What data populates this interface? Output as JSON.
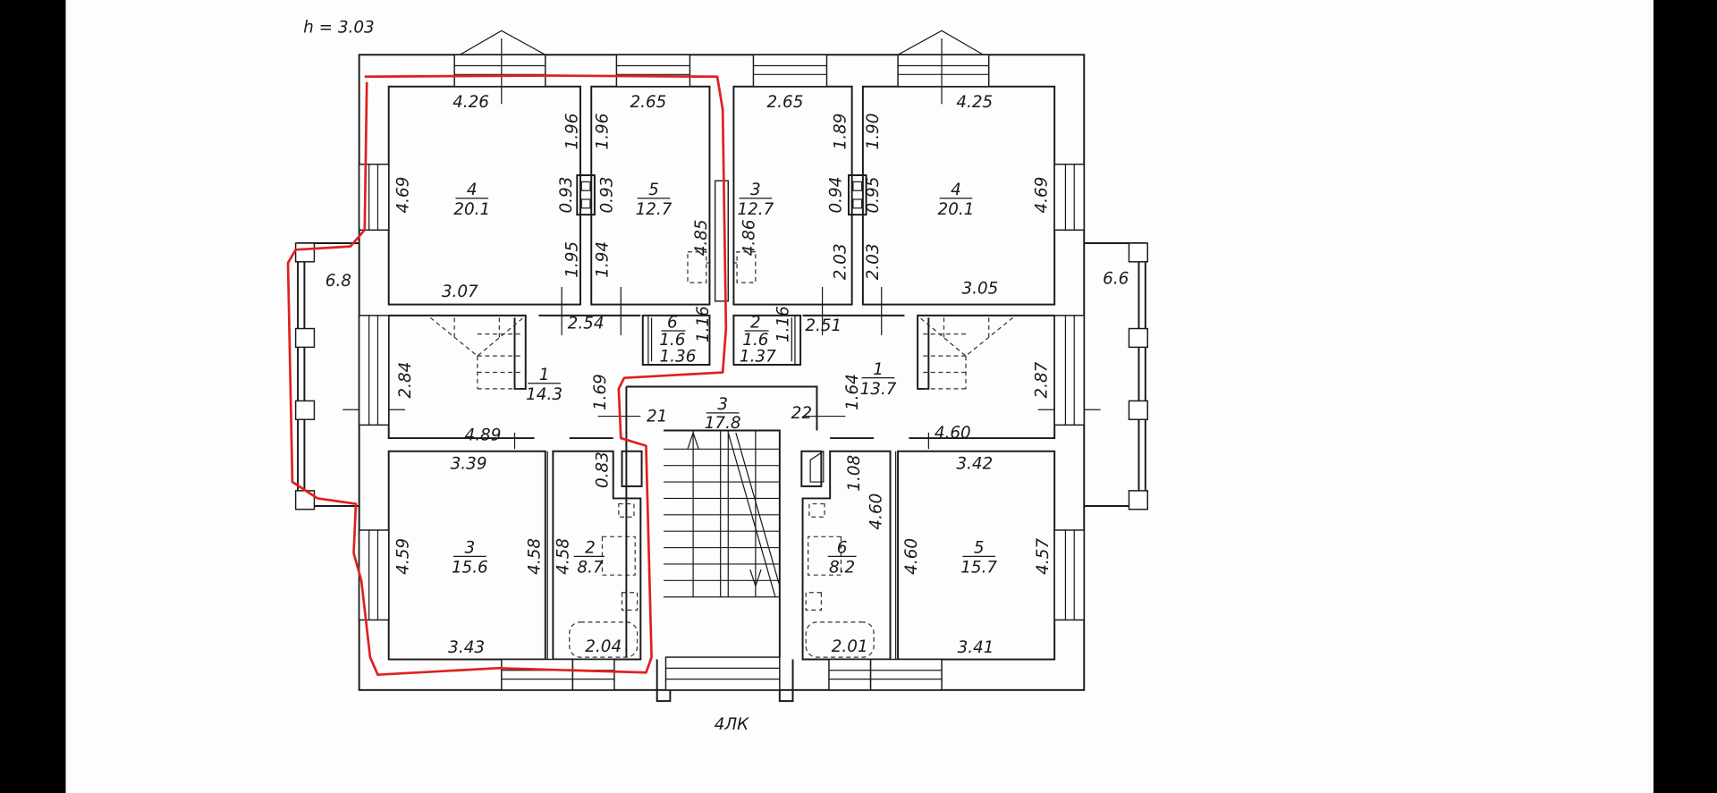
{
  "drawing": {
    "height_label": "h = 3.03",
    "section_label": "4ЛК",
    "markup_color": "#e02020"
  },
  "left_unit": {
    "balcony": "6.8",
    "rooms": [
      {
        "no": "4",
        "area": "20.1"
      },
      {
        "no": "5",
        "area": "12.7"
      },
      {
        "no": "6",
        "area": "1.6"
      },
      {
        "no": "1",
        "area": "14.3"
      },
      {
        "no": "3",
        "area": "15.6"
      },
      {
        "no": "2",
        "area": "8.7"
      }
    ],
    "dims": [
      "4.26",
      "2.65",
      "1.96",
      "1.96",
      "0.93",
      "0.93",
      "1.95",
      "1.94",
      "4.69",
      "4.85",
      "3.07",
      "2.54",
      "1.16",
      "1.36",
      "2.84",
      "1.69",
      "4.89",
      "3.39",
      "0.83",
      "4.59",
      "4.58",
      "4.58",
      "3.43",
      "2.04"
    ]
  },
  "stairwell": {
    "no": "3",
    "area": "17.8",
    "door_left": "21",
    "door_right": "22"
  },
  "right_unit": {
    "balcony": "6.6",
    "rooms": [
      {
        "no": "3",
        "area": "12.7"
      },
      {
        "no": "4",
        "area": "20.1"
      },
      {
        "no": "2",
        "area": "1.6"
      },
      {
        "no": "1",
        "area": "13.7"
      },
      {
        "no": "6",
        "area": "8.2"
      },
      {
        "no": "5",
        "area": "15.7"
      }
    ],
    "dims": [
      "2.65",
      "4.25",
      "1.89",
      "1.90",
      "0.94",
      "0.95",
      "2.03",
      "2.03",
      "4.69",
      "4.86",
      "3.05",
      "2.51",
      "1.16",
      "1.37",
      "2.87",
      "1.64",
      "4.60",
      "3.42",
      "1.08",
      "4.60",
      "4.60",
      "4.57",
      "3.41",
      "2.01"
    ]
  }
}
